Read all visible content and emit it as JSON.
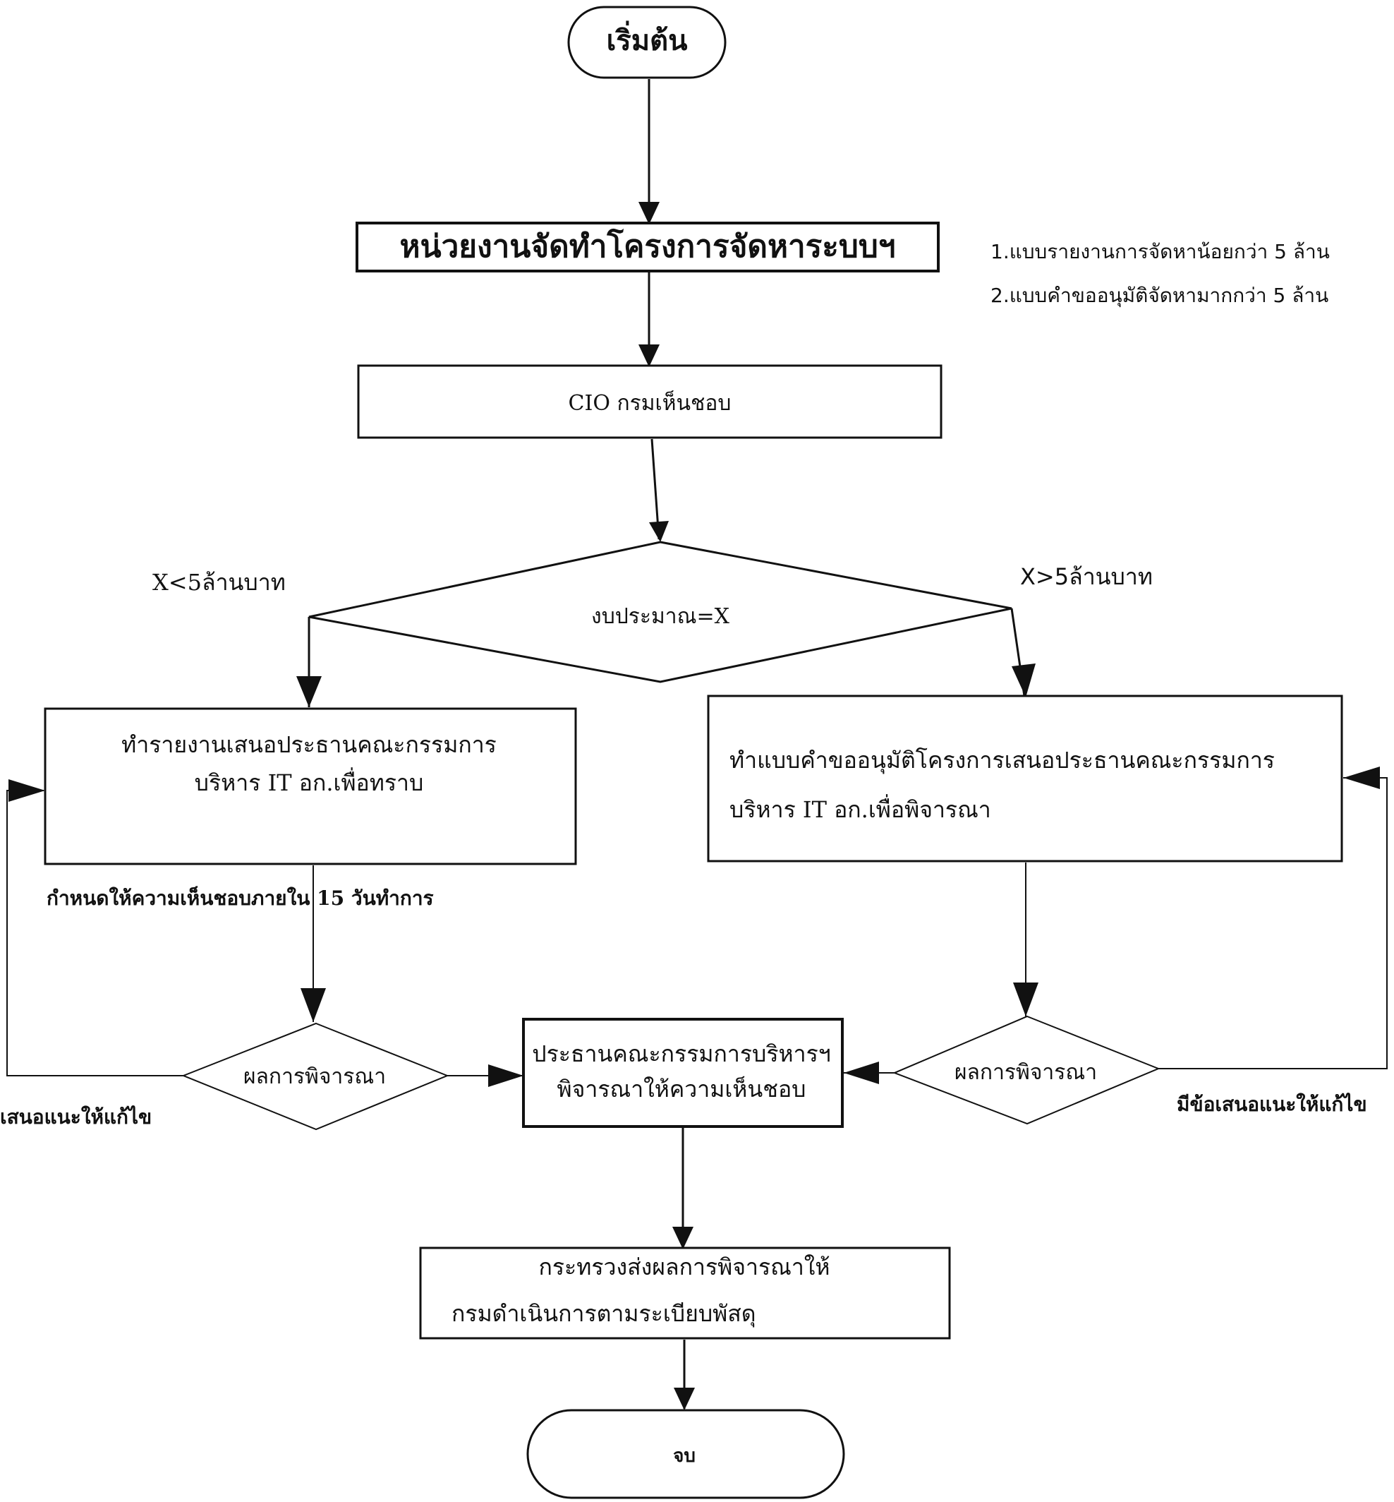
{
  "nodes": {
    "start": "เริ่มต้น",
    "unit": "หน่วยงานจัดทำโครงการจัดหาระบบฯ",
    "cio": "CIO กรมเห็นชอบ",
    "budget": "งบประมาณ=X",
    "left_box_line1": "ทำรายงานเสนอประธานคณะกรรมการ",
    "left_box_line2": "บริหาร IT อก.เพื่อทราบ",
    "right_box_line1": "ทำแบบคำขออนุมัติโครงการเสนอประธานคณะกรรมการ",
    "right_box_line2": "บริหาร IT อก.เพื่อพิจารณา",
    "left_decision": "ผลการพิจารณา",
    "right_decision": "ผลการพิจารณา",
    "chair_line1": "ประธานคณะกรรมการบริหารฯ",
    "chair_line2": "พิจารณาให้ความเห็นชอบ",
    "ministry_line1": "กระทรวงส่งผลการพิจารณาให้",
    "ministry_line2": "กรมดำเนินการตามระเบียบพัสดุ",
    "end": "จบ"
  },
  "labels": {
    "left_condition": "X<5ล้านบาท",
    "right_condition": "X>5ล้านบาท",
    "deadline": "กำหนดให้ความเห็นชอบภายใน 15 วันทำการ",
    "left_revise": "เสนอแนะให้แก้ไข",
    "right_revise": "มีข้อเสนอแนะให้แก้ไข",
    "note1": "1.แบบรายงานการจัดหาน้อยกว่า 5 ล้าน",
    "note2": "2.แบบคำขออนุมัติจัดหามากกว่า 5 ล้าน"
  },
  "colors": {
    "line": "#111111",
    "background": "#ffffff"
  }
}
